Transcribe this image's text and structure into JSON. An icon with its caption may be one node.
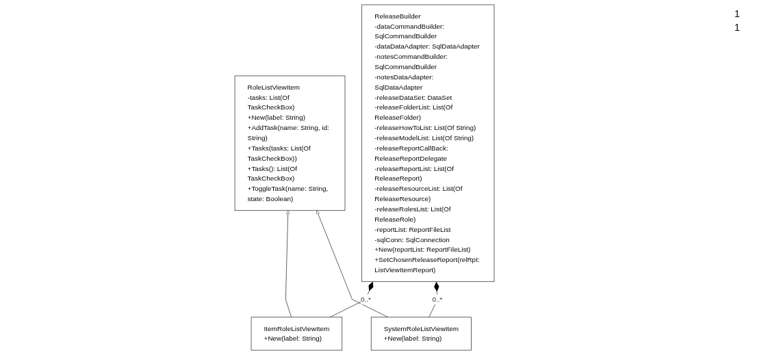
{
  "diagram": {
    "nodes": [
      {
        "text": [
          "RoleListViewItem",
          "-tasks: List(Of TaskCheckBox)",
          "+New(label: String)",
          "+AddTask(name: String, id: String)",
          "+Tasks(tasks: List(Of TaskCheckBox))",
          "+Tasks(): List(Of TaskCheckBox)",
          "+ToggleTask(name: String, state: Boolean)"
        ]
      },
      {
        "text": [
          "ReleaseBuilder",
          "-dataCommandBuilder: SqlCommandBuilder",
          "-dataDataAdapter: SqlDataAdapter",
          "-notesCommandBuilder: SqlCommandBuilder",
          "-notesDataAdapter: SqlDataAdapter",
          "-releaseDataSet: DataSet",
          "-releaseFolderList: List(Of ReleaseFolder)",
          "-releaseHowToList: List(Of String)",
          "-releaseModelList: List(Of String)",
          "-releaseReportCallBack: ReleaseReportDelegate",
          "-releaseReportList: List(Of ReleaseReport)",
          "-releaseResourceList: List(Of ReleaseResource)",
          "-releaseRolesList: List(Of ReleaseRole)",
          "-reportList: ReportFileList",
          "-sqlConn: SqlConnection",
          "+New(reportList: ReportFileList)",
          "+SetChosenReleaseReport(relRpt: ListViewItemReport)"
        ]
      },
      {
        "text": [
          "ItemRoleListViewItem",
          "+New(label: String)"
        ]
      },
      {
        "text": [
          "SystemRoleListViewItem",
          "+New(label: String)"
        ]
      }
    ],
    "edges": [
      {
        "from": 2,
        "to": 0,
        "arrow": "to"
      },
      {
        "from": 3,
        "to": 0,
        "arrow": "to"
      },
      {
        "from": 2,
        "to": 1,
        "arrow": "other",
        "label": "0..*"
      },
      {
        "from": 3,
        "to": 1,
        "arrow": "other",
        "label": "0..*"
      }
    ],
    "labels": [
      "1",
      "1"
    ]
  }
}
